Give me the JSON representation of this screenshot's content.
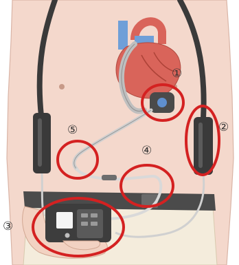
{
  "figure": {
    "callouts": [
      {
        "number": "①",
        "part": "pump"
      },
      {
        "number": "②",
        "part": "battery-right"
      },
      {
        "number": "③",
        "part": "controller"
      },
      {
        "number": "④",
        "part": "cable-connector"
      },
      {
        "number": "⑤",
        "part": "driveline-exit"
      }
    ],
    "colors": {
      "skin": "#f4d8cc",
      "skin_outline": "#d9b4a6",
      "callout_ring": "#d42121",
      "heart": "#d9645a",
      "vessel_blue": "#6f9fd8",
      "strap": "#3a3a3a",
      "belt": "#4b4b4b",
      "controller": "#3d3d3d",
      "hand": "#f2d2c2",
      "pants": "#f4ecdc"
    }
  }
}
